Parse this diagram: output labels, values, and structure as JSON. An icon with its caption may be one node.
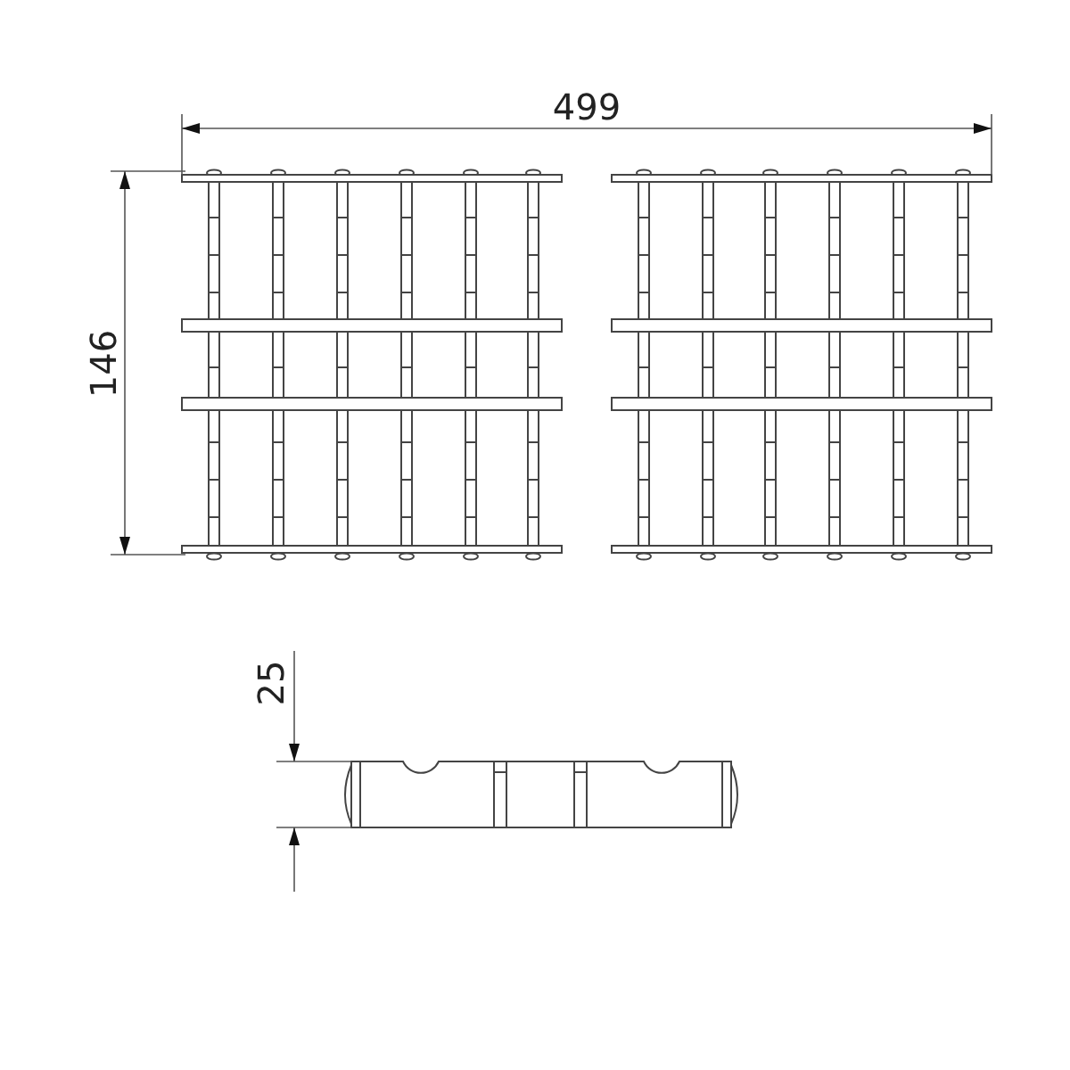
{
  "diagram": {
    "labels": [
      "499",
      "146",
      "25"
    ]
  }
}
